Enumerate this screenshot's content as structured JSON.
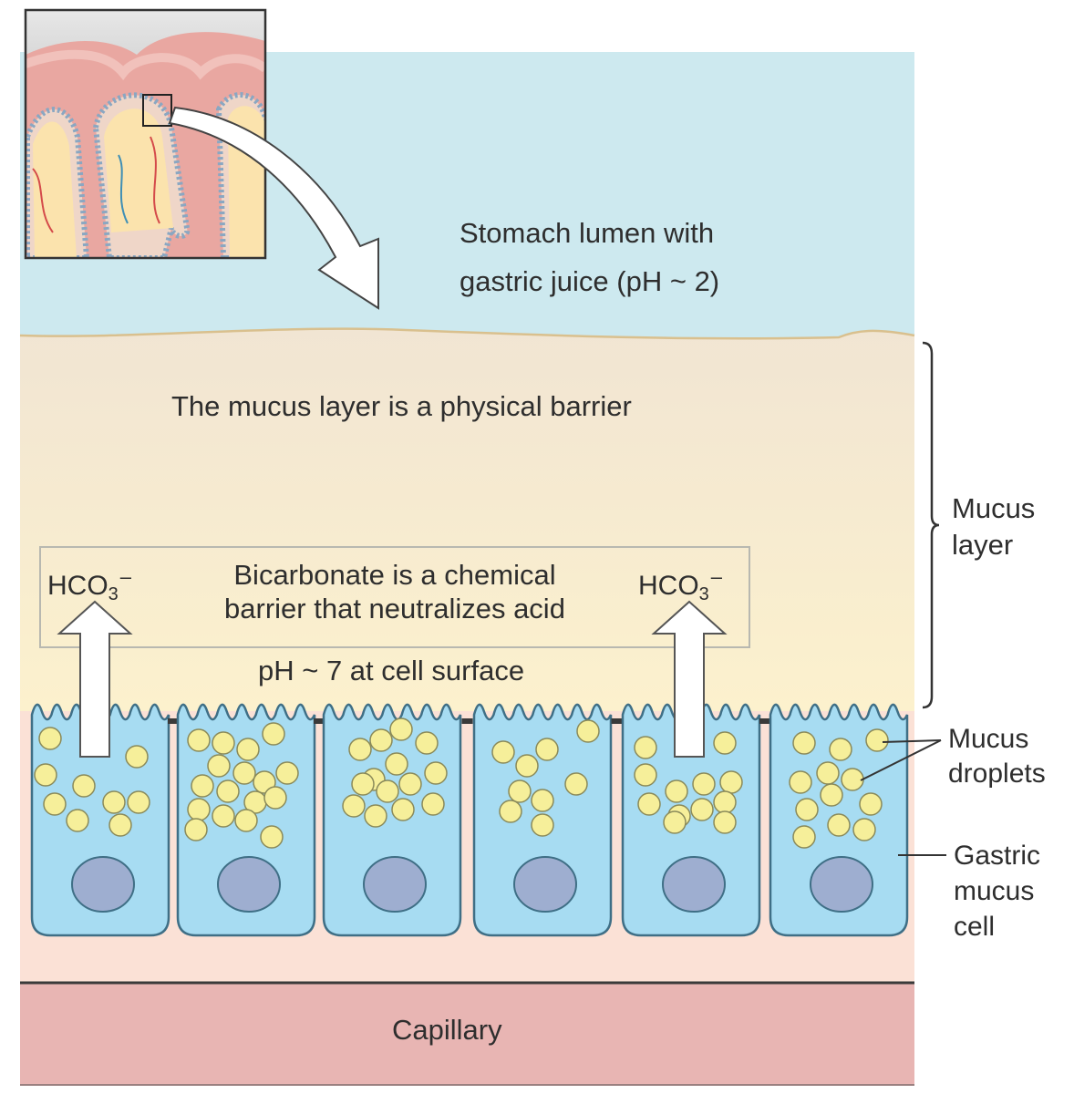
{
  "labels": {
    "lumen_line1": "Stomach lumen with",
    "lumen_line2": "gastric juice (pH ~ 2)",
    "mucus_barrier": "The mucus layer is a physical barrier",
    "bicarb_line1": "Bicarbonate is a chemical",
    "bicarb_line2": "barrier that neutralizes acid",
    "ph_surface": "pH ~ 7 at cell surface",
    "mucus_layer_line1": "Mucus",
    "mucus_layer_line2": "layer",
    "mucus_droplets_line1": "Mucus",
    "mucus_droplets_line2": "droplets",
    "gastric_cell_line1": "Gastric",
    "gastric_cell_line2": "mucus",
    "gastric_cell_line3": "cell",
    "capillary": "Capillary"
  },
  "hco3": {
    "base": "HCO",
    "subscript": "3",
    "charge": "–"
  },
  "colors": {
    "lumen": "#cde9ef",
    "mucus_top": "#f2e6d2",
    "mucus_bottom": "#fbf0cf",
    "tissue": "#fbe1d6",
    "capillary": "#e8b5b3",
    "cell_fill": "#a7dcf2",
    "cell_stroke": "#3f6f86",
    "droplet": "#f6ef9a",
    "nucleus": "#9eaed0"
  }
}
